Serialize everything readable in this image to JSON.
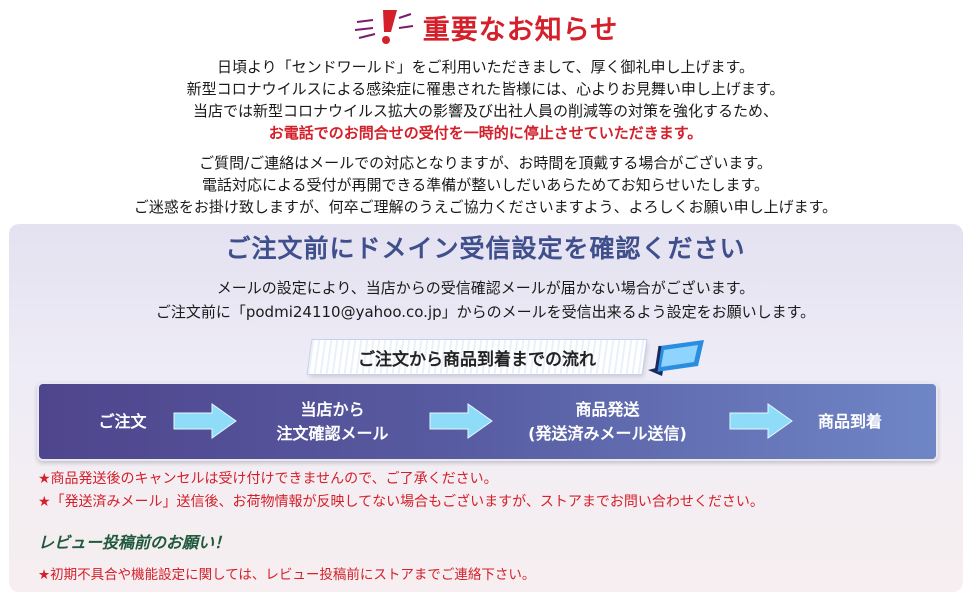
{
  "header": {
    "title": "重要なお知らせ",
    "alert_icon": "exclamation-icon"
  },
  "notice": {
    "lines": [
      "日頃より「センドワールド」をご利用いただきまして、厚く御礼申し上げます。",
      "新型コロナウイルスによる感染症に罹患された皆様には、心よりお見舞い申し上げます。",
      "当店では新型コロナウイルス拡大の影響及び出社人員の削減等の対策を強化するため、",
      "お電話でのお問合せの受付を一時的に停止させていただきます。"
    ],
    "lines2": [
      "ご質問/ご連絡はメールでの対応となりますが、お時間を頂戴する場合がございます。",
      "電話対応による受付が再開できる準備が整いしだいあらためてお知らせいたします。",
      "ご迷惑をお掛け致しますが、何卒ご理解のうえご協力くださいますよう、よろしくお願い申し上げます。"
    ]
  },
  "domain_panel": {
    "title": "ご注文前にドメイン受信設定を確認ください",
    "lines": [
      "メールの設定により、当店からの受信確認メールが届かない場合がございます。",
      "ご注文前に「podmi24110@yahoo.co.jp」からのメールを受信出来るよう設定をお願いします。"
    ]
  },
  "flow": {
    "label": "ご注文から商品到着までの流れ",
    "steps": [
      {
        "line1": "ご注文",
        "line2": ""
      },
      {
        "line1": "当店から",
        "line2": "注文確認メール"
      },
      {
        "line1": "商品発送",
        "line2": "(発送済みメール送信)"
      },
      {
        "line1": "商品到着",
        "line2": ""
      }
    ]
  },
  "notes": [
    "★商品発送後のキャンセルは受け付けできませんので、ご了承ください。",
    "★「発送済みメール」送信後、お荷物情報が反映してない場合もございますが、ストアまでお問い合わせください。"
  ],
  "review": {
    "heading": "レビュー投稿前のお願い！",
    "note": "★初期不具合や機能設定に関しては、レビュー投稿前にストアまでご連絡下さい。"
  },
  "colors": {
    "accent_red": "#d4202a",
    "panel_title": "#3f4f8c",
    "flow_start": "#4f458d",
    "flow_end": "#6f86c6",
    "review_green": "#1f5a3c"
  }
}
